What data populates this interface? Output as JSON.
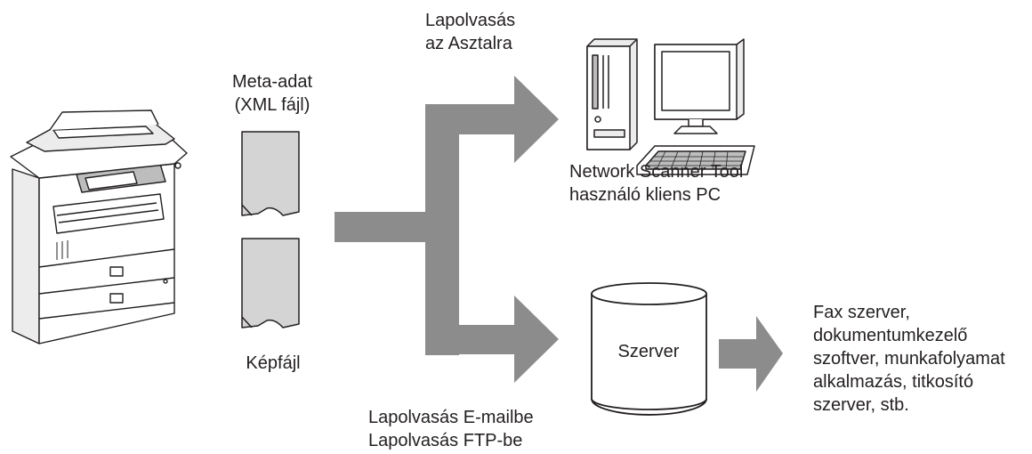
{
  "labels": {
    "metadata": "Meta-adat\n(XML fájl)",
    "image_file": "Képfájl",
    "scan_to_desktop": "Lapolvasás\naz Asztalra",
    "client_pc": "Network Scanner Tool\nhasználó kliens PC",
    "server": "Szerver",
    "scan_to_email_ftp": "Lapolvasás E-mailbe\nLapolvasás FTP-be",
    "destinations": "Fax szerver,\ndokumentumkezelő\nszoftver, munkafolyamat\nalkalmazás, titkosító\nszerver, stb."
  },
  "colors": {
    "arrow": "#8c8c8c",
    "document_fill": "#d4d4d4",
    "outline": "#231f20",
    "light_gray": "#ececec",
    "mid_gray": "#bdbdbd"
  },
  "icons": [
    "multifunction-printer-icon",
    "xml-document-icon",
    "image-document-icon",
    "desktop-computer-icon",
    "server-database-icon"
  ]
}
